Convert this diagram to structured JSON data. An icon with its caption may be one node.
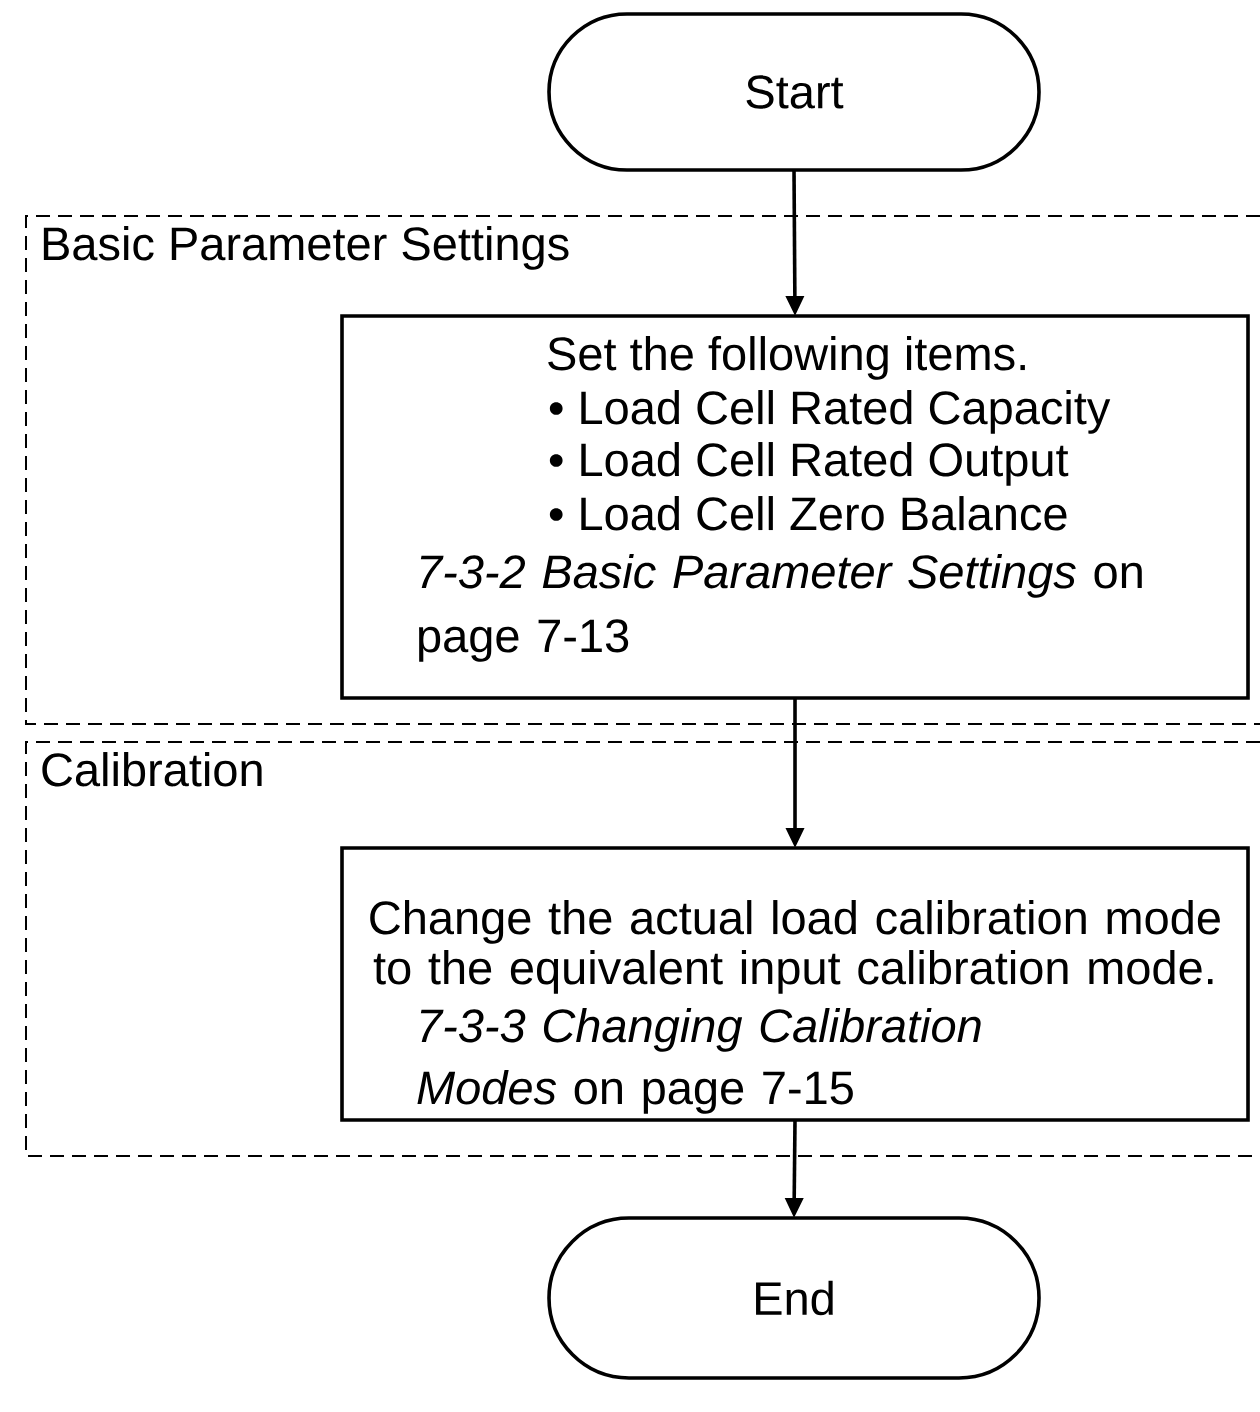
{
  "diagram": {
    "nodes": [
      {
        "text": [
          "Start"
        ]
      },
      {
        "text": [
          "Basic Parameter Settings"
        ]
      },
      {
        "text": [
          "Set the following items.",
          "• Load Cell Rated Capacity",
          "• Load Cell Rated Output",
          "• Load Cell Zero Balance",
          "*7-3-2 Basic Parameter Settings* on page 7-13"
        ],
        "in": 1
      },
      {
        "text": [
          "Calibration"
        ]
      },
      {
        "text": [
          "Change the actual load calibration mode to the equivalent input calibration mode.",
          "*7-3-3 Changing Calibration Modes* on page 7-15"
        ],
        "in": 3
      },
      {
        "text": [
          "End"
        ]
      }
    ],
    "edges": [
      {
        "from": 0,
        "to": 2,
        "arrow": "to"
      },
      {
        "from": 2,
        "to": 4,
        "arrow": "to"
      },
      {
        "from": 4,
        "to": 5,
        "arrow": "to"
      }
    ]
  }
}
